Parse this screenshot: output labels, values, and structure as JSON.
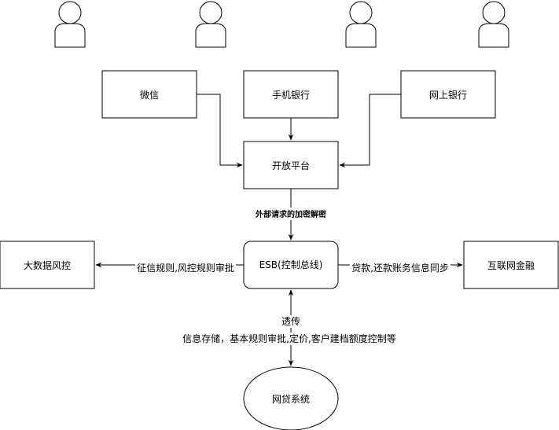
{
  "nodes": {
    "wechat": "微信",
    "mobile_bank": "手机银行",
    "online_bank": "网上银行",
    "open_platform": "开放平台",
    "big_data_risk": "大数据风控",
    "esb": "ESB(控制总线)",
    "internet_finance": "互联网金融",
    "loan_system": "网贷系统"
  },
  "edges": {
    "open_to_esb": "外部请求的加密解密",
    "esb_to_risk": "征信规则,风控规则审批",
    "esb_to_finance": "贷款,还款账务信息同步",
    "esb_loan_line1": "透传",
    "esb_loan_line2": "信息存储，基本规则审批,定价,客户建档额度控制等"
  },
  "users": [
    "user",
    "user",
    "user",
    "user"
  ]
}
